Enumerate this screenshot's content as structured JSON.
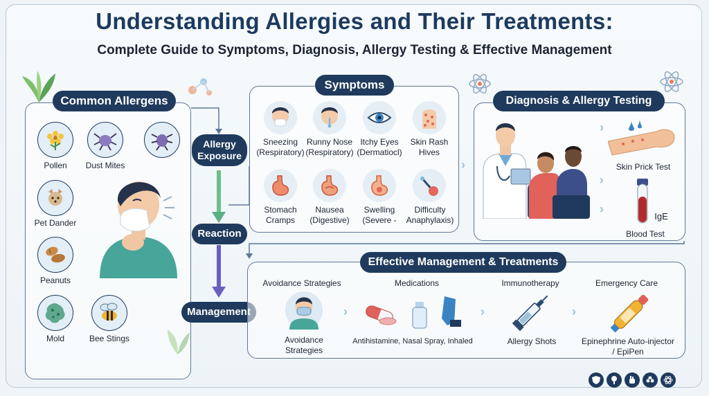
{
  "title": "Understanding Allergies and Their Treatments:",
  "subtitle": "Complete Guide to Symptoms, Diagnosis, Allergy Testing & Effective Management",
  "allergens": {
    "heading": "Common Allergens",
    "items": [
      "Pollen",
      "Dust Mites",
      "Pet Dander",
      "Peanuts",
      "Mold",
      "Bee Stings"
    ]
  },
  "flow": {
    "exposure_l1": "Allergy",
    "exposure_l2": "Exposure",
    "reaction": "Reaction",
    "management": "Management"
  },
  "symptoms": {
    "heading": "Symptoms",
    "items": [
      {
        "l1": "Sneezing",
        "l2": "(Respiratory)"
      },
      {
        "l1": "Runny Nose",
        "l2": "(Respiratory)"
      },
      {
        "l1": "Itchy Eyes",
        "l2": "(Dermatiocl)"
      },
      {
        "l1": "Skin Rash",
        "l2": "Hives"
      },
      {
        "l1": "Stomach",
        "l2": "Cramps"
      },
      {
        "l1": "Nausea",
        "l2": "(Digestive)"
      },
      {
        "l1": "Swelling",
        "l2": "(Severe -"
      },
      {
        "l1": "Difficulty",
        "l2": "Anaphylaxis)"
      }
    ]
  },
  "diagnosis": {
    "heading": "Diagnosis & Allergy Testing",
    "skin_test": "Skin Prick Test",
    "ige": "IgE",
    "blood_test": "Blood Test"
  },
  "management": {
    "heading": "Effective Management & Treatments",
    "avoidance_title": "Avoidance Strategies",
    "avoidance_l1": "Avoidance",
    "avoidance_l2": "Strategies",
    "medications_title": "Medications",
    "medications_caption": "Antihistamine, Nasal Spray, Inhaled",
    "immuno_title": "Immunotherapy",
    "immuno_caption": "Allergy Shots",
    "emergency_title": "Emergency Care",
    "emergency_l1": "Epinephrine Auto-injector",
    "emergency_l2": "/ EpiPen"
  },
  "colors": {
    "navy": "#1f3a5c",
    "title": "#1d3a5f",
    "flow_green": "#6cc08b",
    "flow_purple": "#6a5fbf"
  }
}
